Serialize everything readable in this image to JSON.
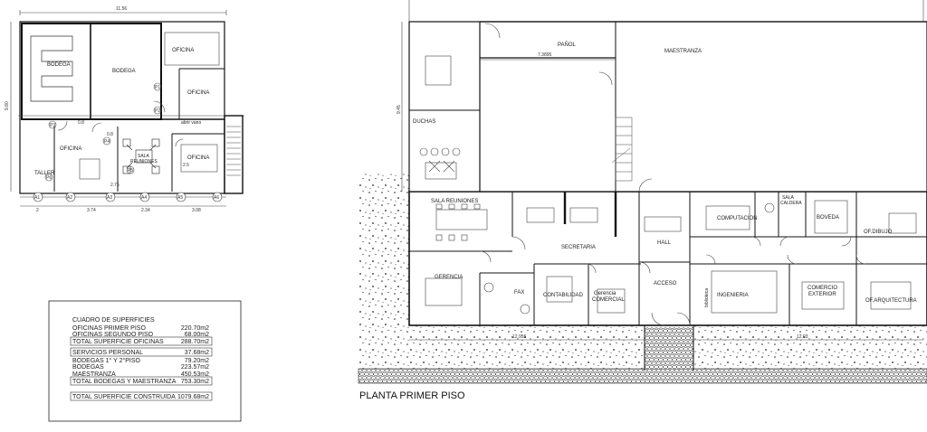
{
  "small_plan": {
    "top_dimension": "11.56",
    "side_dimension": "9.80",
    "rooms": {
      "bodega_1": "BODEGA",
      "bodega_2": "BODEGA",
      "oficina_1": "OFICINA",
      "oficina_2": "OFICINA",
      "oficina_3": "OFICINA",
      "oficina_4": "OFICINA",
      "taller": "TALLER",
      "sala_reuniones": "SALA\nREUNIONES"
    },
    "notes": {
      "abrir_vano": "abrir vano"
    },
    "dims": [
      "0.8",
      "0.8",
      "2.5",
      "2.75"
    ],
    "column_tags": [
      "P1",
      "P2",
      "P3",
      "P4",
      "P5",
      "P6"
    ],
    "axis_tags": [
      "A1",
      "A2",
      "A3",
      "A4",
      "A5",
      "A6"
    ],
    "bottom_dims": [
      "2",
      "3.74",
      "2.34",
      "3.08"
    ]
  },
  "main_plan": {
    "title": "PLANTA PRIMER PISO",
    "side_dimension": "9.45",
    "inner_dimension": "7.3895",
    "bottom_dims": [
      "12.955",
      "12.93"
    ],
    "rooms": {
      "panol": "PAÑOL",
      "maestranza": "MAESTRANZA",
      "duchas": "DUCHAS",
      "sala_reuniones": "SALA REUNIONES",
      "secretaria": "SECRETARIA",
      "gerencia": "GERENCIA",
      "fax": "FAX",
      "contabilidad": "CONTABILIDAD",
      "gerencia_comercial": "Gerencia\nCOMERCIAL",
      "hall": "HALL",
      "acceso": "ACCESO",
      "computacion": "COMPUTACION",
      "sala_caldera": "SALA\nCALDERA",
      "boveda": "BOVEDA",
      "of_dibujo": "OF.DIBUJO",
      "ingenieria": "INGENIERIA",
      "comercio_exterior": "COMERCIO\nEXTERIOR",
      "of_arquitectura": "OF.ARQUITECTURA",
      "biblioteca": "biblioteca"
    }
  },
  "table": {
    "title": "CUADRO DE SUPERFICIES",
    "rows": [
      {
        "label": "OFICINAS PRIMER PISO",
        "value": "220.70m2",
        "style": "plain"
      },
      {
        "label": "OFICINAS SEGUNDO PISO",
        "value": "68.00m2",
        "style": "plain"
      },
      {
        "label": "TOTAL SUPERFICIE OFICINAS",
        "value": "288.70m2",
        "style": "boxed"
      },
      {
        "label": "SERVICIOS PERSONAL",
        "value": "37.68m2",
        "style": "boxed"
      },
      {
        "label": "BODEGAS 1° Y 2°PISO",
        "value": "79.20m2",
        "style": "plain"
      },
      {
        "label": "BODEGAS",
        "value": "223.57m2",
        "style": "plain"
      },
      {
        "label": "MAESTRANZA",
        "value": "450.53m2",
        "style": "plain"
      },
      {
        "label": "TOTAL BODEGAS Y MAESTRANZA",
        "value": "753.30m2",
        "style": "boxed"
      },
      {
        "label": "TOTAL SUPERFICIE CONSTRUIDA",
        "value": "1079.68m2",
        "style": "boxed"
      }
    ]
  }
}
